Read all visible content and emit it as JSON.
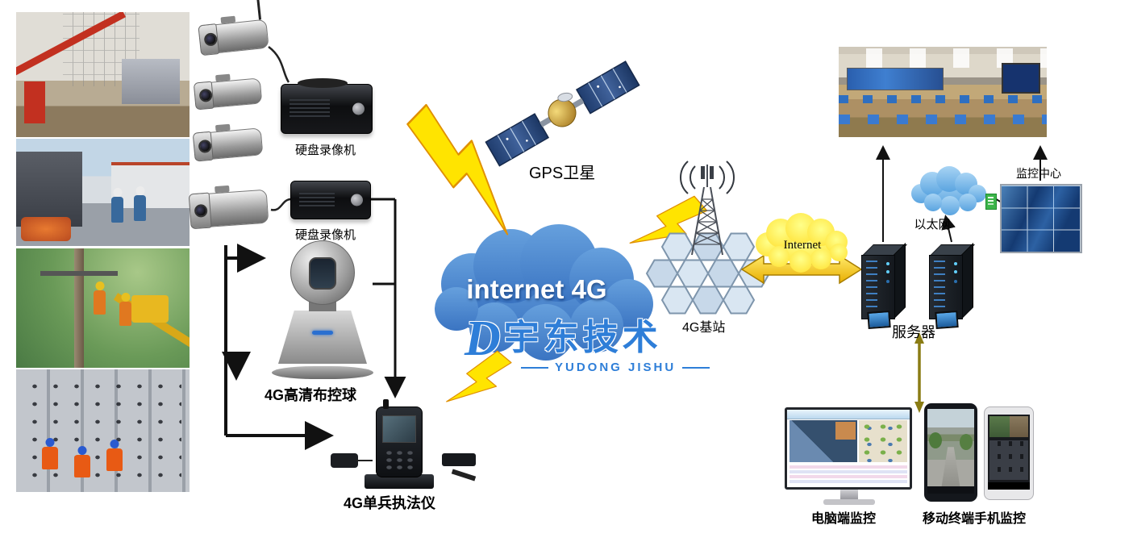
{
  "colors": {
    "cloud_blue": "#4a86cc",
    "internet_cloud_yellow": "#ffe95a",
    "ethernet_cloud_blue": "#7ec0f0",
    "lightning_yellow": "#ffe400",
    "transfer_arrow_yellow": "#ffd428",
    "connector_black": "#111111",
    "client_link_olive": "#8a7c14",
    "logo_blue": "#2e7ed8"
  },
  "photos": {
    "p1": "power-line-construction",
    "p2": "substation-inspection",
    "p3": "pole-maintenance-bucket-lift",
    "p4": "switchgear-room-inspection",
    "room": "monitoring-center-room"
  },
  "devices": {
    "dvr1_label": "硬盘录像机",
    "dvr2_label": "硬盘录像机",
    "ptz_label": "4G高清布控球",
    "bodycam_label": "4G单兵执法仪"
  },
  "network": {
    "gps_label": "GPS卫星",
    "cloud_label": "internet 4G",
    "base_station_label": "4G基站",
    "internet_label": "Internet",
    "ethernet_label": "以太网"
  },
  "monitoring": {
    "center_label": "监控中心",
    "server_label": "服务器",
    "pc_label": "电脑端监控",
    "mobile_label": "移动终端手机监控"
  },
  "watermark": {
    "mark": "D",
    "cn": "宇东技术",
    "en": "YUDONG JISHU"
  }
}
